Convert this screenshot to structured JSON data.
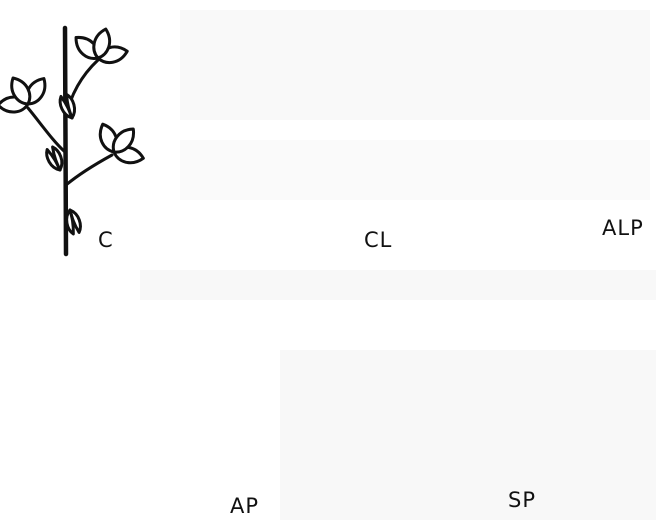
{
  "panels": [
    {
      "id": "C",
      "label": "C"
    },
    {
      "id": "CL",
      "label": "CL"
    },
    {
      "id": "ALP",
      "label": "ALP"
    },
    {
      "id": "AP",
      "label": "AP"
    },
    {
      "id": "SP",
      "label": "SP"
    }
  ]
}
